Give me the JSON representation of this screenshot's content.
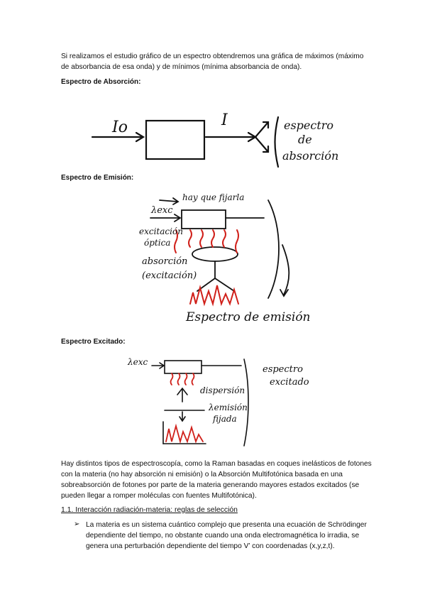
{
  "intro": "Si realizamos el estudio gráfico de un espectro obtendremos una gráfica de máximos (máximo de absorbancia de esa onda) y de mínimos (mínima absorbancia de onda).",
  "heading_absorcion": "Espectro de Absorción:",
  "heading_emision": "Espectro de Emisión:",
  "heading_excitado": "Espectro Excitado:",
  "diagram_absorcion": {
    "input_label": "Io",
    "output_label": "I",
    "result_label": [
      "espectro",
      "de",
      "absorción"
    ]
  },
  "diagram_emision": {
    "top_note": "hay que fijarla",
    "lambda_label": "λexc",
    "excitation_label": [
      "excitación",
      "óptica"
    ],
    "absorption_label": [
      "absorción",
      "(excitación)"
    ],
    "result_label": "Espectro de emisión"
  },
  "diagram_excitado": {
    "lambda_label": "λexc",
    "dispersion_label": "dispersión",
    "lambda_emission_label": [
      "λemisión",
      "fijada"
    ],
    "result_label": [
      "espectro",
      "excitado"
    ]
  },
  "paragraph_types": "Hay distintos tipos de espectroscopía, como la Raman basadas en coques inelásticos de fotones con la materia (no hay absorción ni emisión) o la Absorción Multifotónica basada en una sobreabsorción de fotones por parte de la materia generando mayores estados excitados (se pueden llegar a romper moléculas con fuentes Multifotónica).",
  "section_title": "1.1. Interacción radiación-materia: reglas de selección",
  "bullet_glyph": "➢",
  "bullet_text": "La materia es un sistema cuántico complejo que presenta una ecuación de Schrödinger dependiente del tiempo, no obstante cuando una onda electromagnética lo irradia, se genera una perturbación dependiente del tiempo V’ con coordenadas (x,y,z,t)."
}
